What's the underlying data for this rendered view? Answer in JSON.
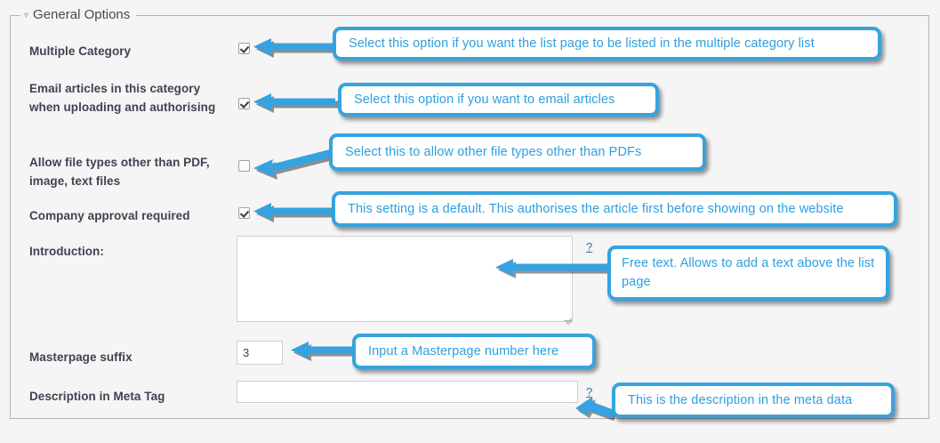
{
  "panel": {
    "legend": "General Options",
    "toggle_icon": "triangle-down-icon"
  },
  "fields": [
    {
      "label": "Multiple Category",
      "type": "checkbox",
      "checked": true
    },
    {
      "label": "Email articles in this category when uploading and authorising",
      "type": "checkbox",
      "checked": true
    },
    {
      "label": "Allow file types other than PDF, image, text files",
      "type": "checkbox",
      "checked": false
    },
    {
      "label": "Company approval required",
      "type": "checkbox",
      "checked": true
    },
    {
      "label": "Introduction:",
      "type": "textarea",
      "value": "",
      "help": "?"
    },
    {
      "label": "Masterpage suffix",
      "type": "text",
      "value": "3"
    },
    {
      "label": "Description in Meta Tag",
      "type": "text",
      "value": "",
      "help": "?"
    }
  ],
  "annotations": [
    {
      "text": "Select this option if you want the list page to be listed in the multiple category list"
    },
    {
      "text": "Select this option if you want to email articles"
    },
    {
      "text": "Select this to allow other file types other than PDFs"
    },
    {
      "text": "This setting is a default. This authorises the article first before showing on the website"
    },
    {
      "text": "Free text. Allows to add a text above the list page"
    },
    {
      "text": "Input a Masterpage number here"
    },
    {
      "text": "This is the description in the meta data"
    }
  ],
  "colors": {
    "accent": "#36a3e0",
    "accent_text": "#2e9fe0",
    "label_text": "#3d4450",
    "panel_bg": "#f5f5f5",
    "panel_border": "#b3b3b3"
  }
}
